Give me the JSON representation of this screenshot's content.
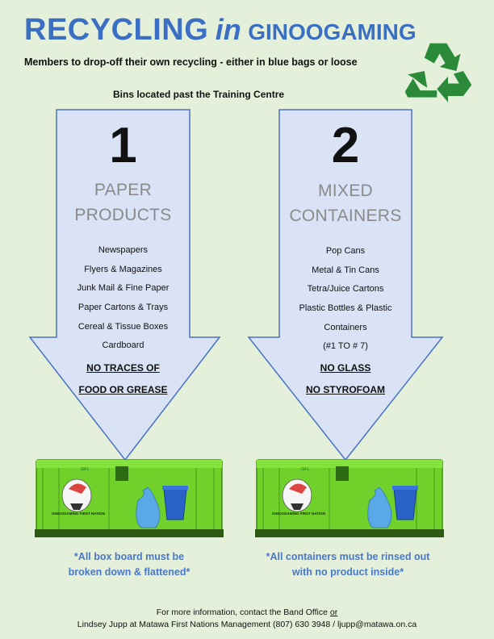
{
  "title": {
    "main": "RECYCLING",
    "connector": "in",
    "place": "GINOOGAMING"
  },
  "subtitle": "Members to drop-off their own recycling - either in blue bags or loose",
  "location": "Bins located past the Training Centre",
  "colors": {
    "title_blue": "#3a6fc4",
    "arrow_fill": "#d9e3f5",
    "arrow_stroke": "#4a72c4",
    "bin_green": "#6fd12a",
    "logo_green": "#2a8a3a"
  },
  "bins": [
    {
      "number": "1",
      "heading": [
        "PAPER",
        "PRODUCTS"
      ],
      "items": [
        "Newspapers",
        "Flyers & Magazines",
        "Junk Mail & Fine Paper",
        "Paper Cartons & Trays",
        "Cereal & Tissue Boxes",
        "Cardboard"
      ],
      "warnings": [
        "NO TRACES OF",
        "FOOD OR GREASE"
      ],
      "bin_label": "GINOOGAMING FIRST NATION",
      "bin_tag": "GFL",
      "note": [
        "*All box board must be",
        "broken down & flattened*"
      ]
    },
    {
      "number": "2",
      "heading": [
        "MIXED",
        "CONTAINERS"
      ],
      "items": [
        "Pop Cans",
        "Metal & Tin Cans",
        "Tetra/Juice Cartons",
        "Plastic Bottles & Plastic",
        "Containers",
        "(#1 TO # 7)"
      ],
      "warnings": [
        "NO GLASS",
        "NO STYROFOAM"
      ],
      "bin_label": "GINOOGAMING FIRST NATION",
      "bin_tag": "GFL",
      "note": [
        "*All containers must be rinsed out",
        "with no product inside*"
      ]
    }
  ],
  "footer": {
    "line1_prefix": "For more information, contact the Band Office ",
    "line1_or": "or",
    "line2": "Lindsey Jupp at Matawa First Nations Management (807) 630 3948 / ljupp@matawa.on.ca"
  }
}
